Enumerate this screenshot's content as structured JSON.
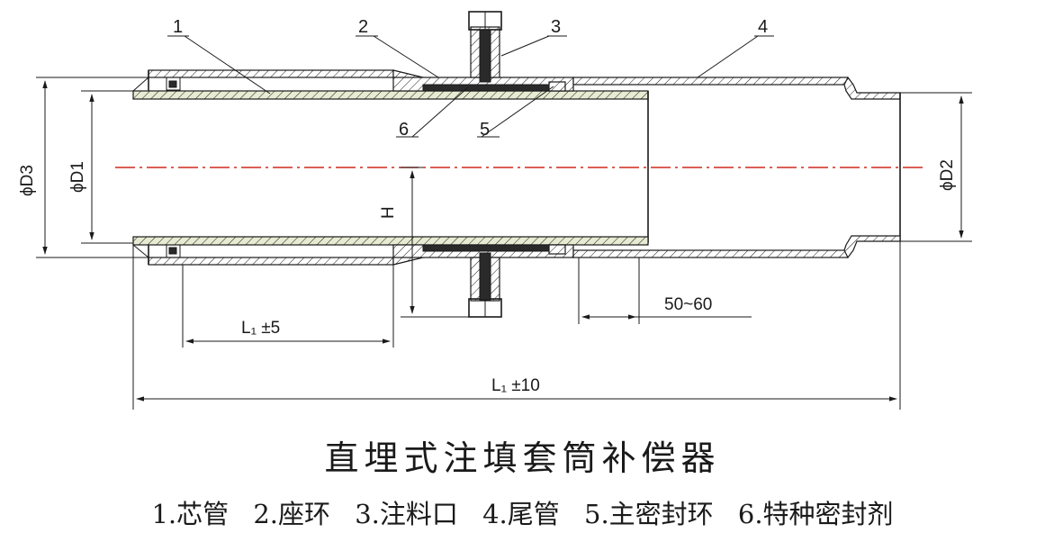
{
  "parts": {
    "p1": "1",
    "p2": "2",
    "p3": "3",
    "p4": "4",
    "p5": "5",
    "p6": "6"
  },
  "dimensions": {
    "d3": "ϕD3",
    "d1": "ϕD1",
    "d2": "ϕD2",
    "h": "H",
    "l1_short": "L₁ ±5",
    "l1_long": "L₁ ±10",
    "gap": "50~60"
  },
  "title": "直埋式注填套筒补偿器",
  "legend": [
    "1.芯管",
    "2.座环",
    "3.注料口",
    "4.尾管",
    "5.主密封环",
    "6.特种密封剂"
  ],
  "colors": {
    "centerline": "#d0281c",
    "line": "#1a1a1a"
  }
}
